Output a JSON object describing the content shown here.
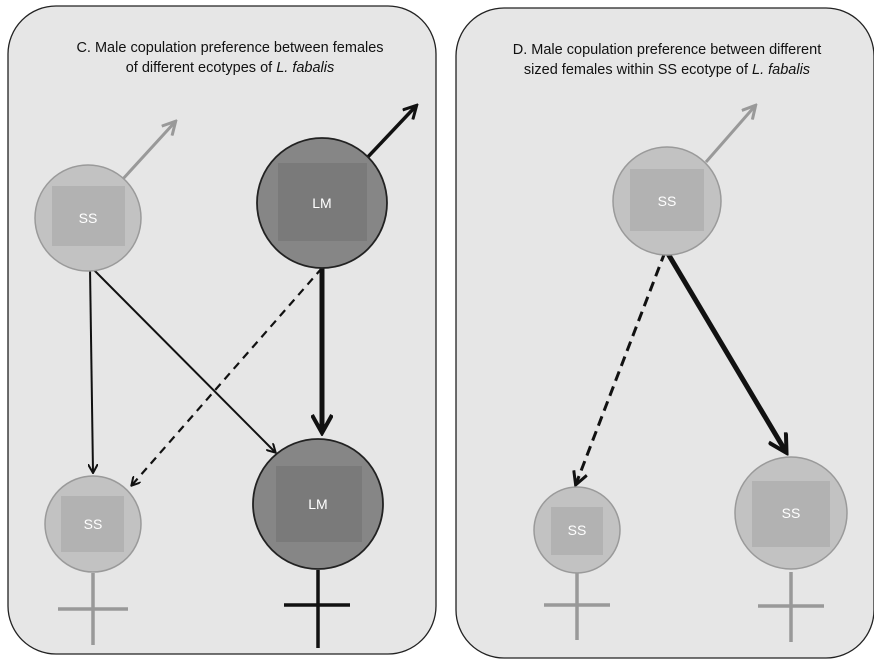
{
  "panels": [
    {
      "id": "C",
      "title_line1": "C. Male copulation preference between females",
      "title_line2_prefix": "of different ecotypes of ",
      "title_line2_species": "L. fabalis"
    },
    {
      "id": "D",
      "title_line1": "D. Male copulation preference between different",
      "title_line2_prefix": "sized females within SS ecotype of ",
      "title_line2_species": "L. fabalis"
    }
  ],
  "nodes": {
    "c_male_ss": "SS",
    "c_male_lm": "LM",
    "c_female_ss": "SS",
    "c_female_lm": "LM",
    "d_male_ss": "SS",
    "d_female_small_ss": "SS",
    "d_female_large_ss": "SS"
  },
  "colors": {
    "panel_bg": "#e6e6e6",
    "ss_fill": "#c2c2c2",
    "ss_inner": "#b2b2b2",
    "lm_fill": "#868686",
    "lm_inner": "#7a7a7a",
    "arrow_dark": "#111111",
    "arrow_grey": "#999999"
  }
}
